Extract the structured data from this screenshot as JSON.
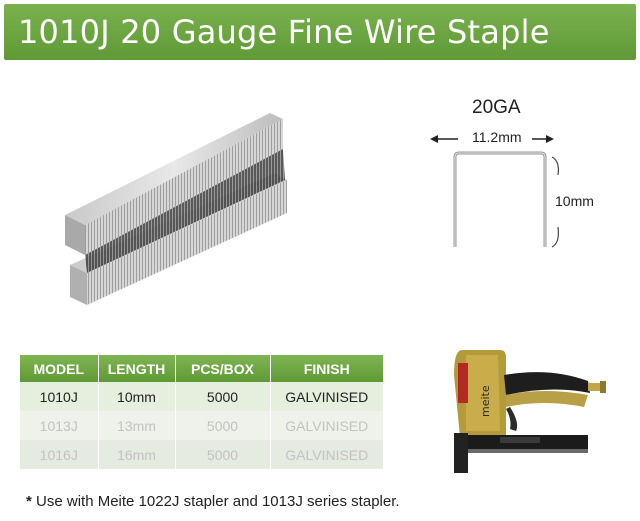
{
  "title": "1010J 20 Gauge Fine Wire Staple",
  "staple_photo": {
    "icon": "staple-strip-image"
  },
  "diagram": {
    "gauge": "20GA",
    "width": "11.2mm",
    "length": "10mm",
    "icon": "staple-dimension-diagram"
  },
  "table": {
    "headers": [
      "MODEL",
      "LENGTH",
      "PCS/BOX",
      "FINISH"
    ],
    "rows": [
      {
        "model": "1010J",
        "length": "10mm",
        "pcs": "5000",
        "finish": "GALVINISED"
      },
      {
        "model": "1013J",
        "length": "13mm",
        "pcs": "5000",
        "finish": "GALVINISED"
      },
      {
        "model": "1016J",
        "length": "16mm",
        "pcs": "5000",
        "finish": "GALVINISED"
      }
    ]
  },
  "stapler_photo": {
    "icon": "pneumatic-stapler-image",
    "brand": "meite"
  },
  "footnote": {
    "mark": "*",
    "text": "Use with Meite 1022J stapler and 1013J series stapler."
  },
  "colors": {
    "banner": "#6aa53f",
    "header": "#6fa847"
  }
}
